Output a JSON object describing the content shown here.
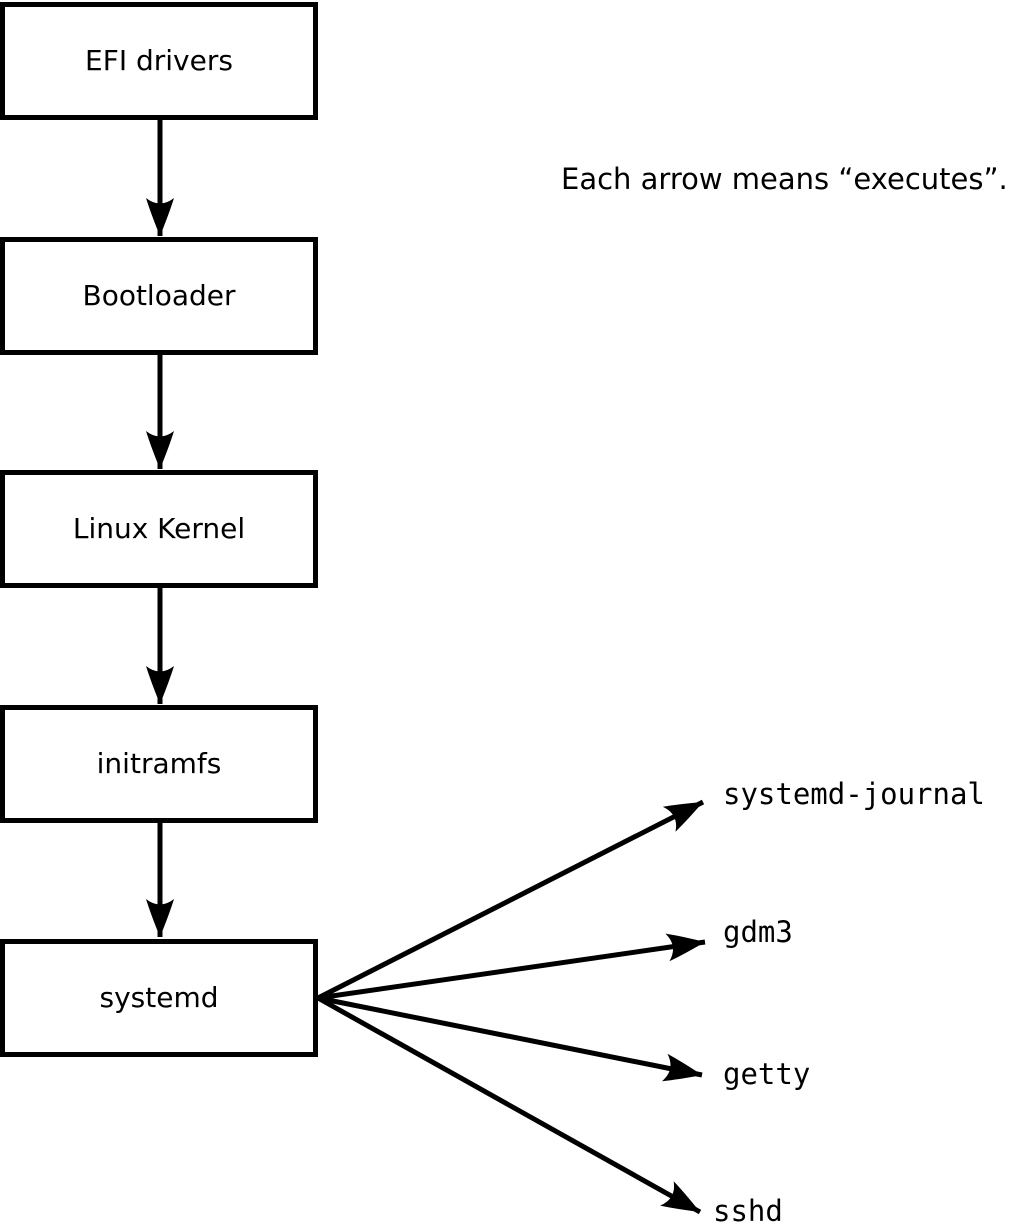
{
  "diagram": {
    "note": "Each arrow means “executes”.",
    "boot_chain": [
      {
        "label": "EFI drivers"
      },
      {
        "label": "Bootloader"
      },
      {
        "label": "Linux Kernel"
      },
      {
        "label": "initramfs"
      },
      {
        "label": "systemd"
      }
    ],
    "systemd_children": [
      {
        "label": "systemd-journal"
      },
      {
        "label": "gdm3"
      },
      {
        "label": "getty"
      },
      {
        "label": "sshd"
      }
    ],
    "colors": {
      "line": "#000000",
      "text": "#000000",
      "box_fill": "#ffffff",
      "background": "#ffffff"
    }
  }
}
